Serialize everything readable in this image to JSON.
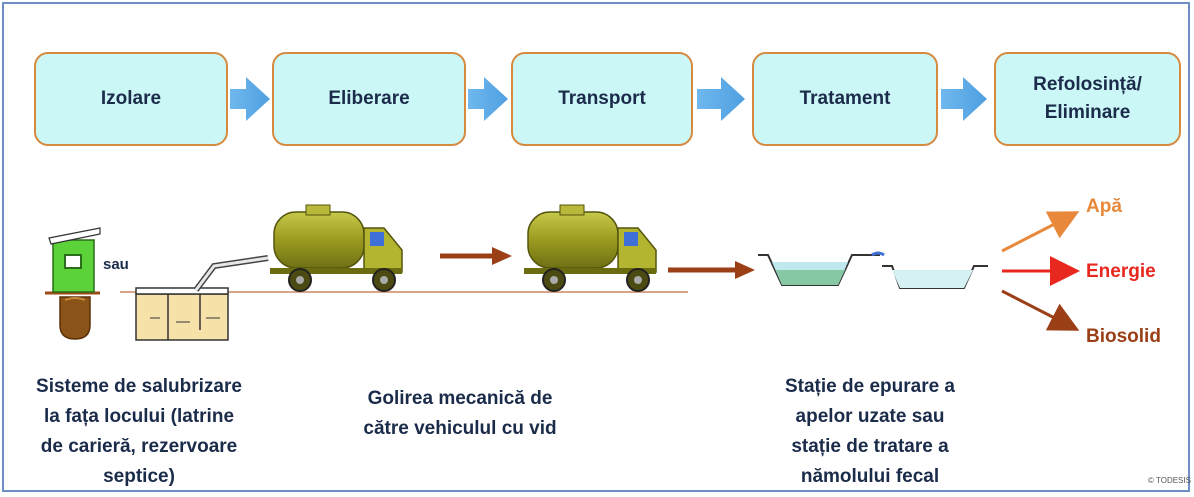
{
  "process_steps": [
    {
      "label": "Izolare"
    },
    {
      "label": "Eliberare"
    },
    {
      "label": "Transport"
    },
    {
      "label": "Tratament"
    },
    {
      "label": "Refolosință/\nEliminare"
    }
  ],
  "illustration": {
    "or_label": "sau"
  },
  "outputs": [
    {
      "label": "Apă",
      "color": "#e8883a"
    },
    {
      "label": "Energie",
      "color": "#e8271e"
    },
    {
      "label": "Biosolid",
      "color": "#9b3f17"
    }
  ],
  "captions": {
    "onsite": "Sisteme de salubrizare\nla fața locului (latrine\nde carieră, rezervoare\nseptice)",
    "emptying": "Golirea mecanică de\ncătre vehiculul cu vid",
    "treatment": "Stație de epurare a\napelor uzate sau\nstație de tratare a\nnămolului fecal"
  },
  "credit": "© TODESIS"
}
